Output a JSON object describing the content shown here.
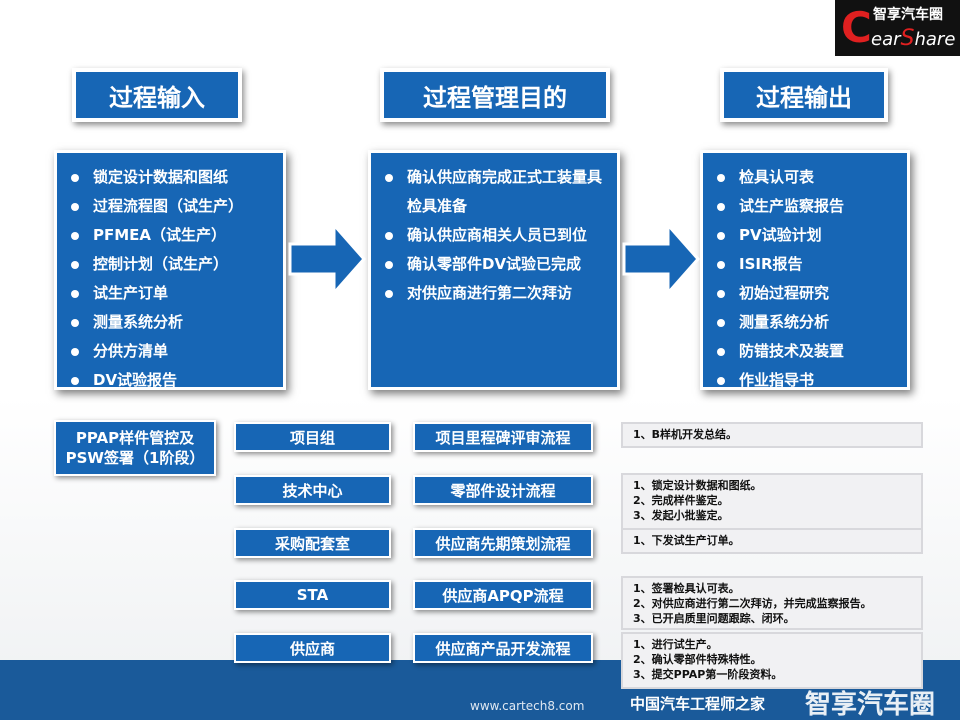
{
  "logo": {
    "cn": "智享汽车圈",
    "en_prefix": "ear",
    "en_suffix": "Share",
    "letter_c": "C",
    "letter_s": "S"
  },
  "headers": [
    "过程输入",
    "过程管理目的",
    "过程输出"
  ],
  "input_items": [
    "锁定设计数据和图纸",
    "过程流程图（试生产）",
    "PFMEA（试生产）",
    "控制计划（试生产）",
    "试生产订单",
    "测量系统分析",
    "分供方清单",
    "DV试验报告"
  ],
  "purpose_items": [
    {
      "text": "确认供应商完成正式工装量具",
      "bullet": true
    },
    {
      "text": "检具准备",
      "bullet": false
    },
    {
      "text": "确认供应商相关人员已到位",
      "bullet": true
    },
    {
      "text": "确认零部件DV试验已完成",
      "bullet": true
    },
    {
      "text": "对供应商进行第二次拜访",
      "bullet": true
    }
  ],
  "output_items": [
    "检具认可表",
    "试生产监察报告",
    "PV试验计划",
    "ISIR报告",
    "初始过程研究",
    "测量系统分析",
    "防错技术及装置",
    "作业指导书"
  ],
  "ppap_label": [
    "PPAP样件管控及",
    "PSW签署（1阶段）"
  ],
  "rows": [
    {
      "dept": "项目组",
      "process": "项目里程碑评审流程",
      "notes": [
        "1、B样机开发总结。"
      ]
    },
    {
      "dept": "技术中心",
      "process": "零部件设计流程",
      "notes": [
        "1、锁定设计数据和图纸。",
        "2、完成样件鉴定。",
        "3、发起小批鉴定。"
      ]
    },
    {
      "dept": "采购配套室",
      "process": "供应商先期策划流程",
      "notes": [
        "1、下发试生产订单。"
      ]
    },
    {
      "dept": "STA",
      "process": "供应商APQP流程",
      "notes": [
        "1、签署检具认可表。",
        "2、对供应商进行第二次拜访，并完成监察报告。",
        "3、已开启质里问题跟踪、闭环。"
      ]
    },
    {
      "dept": "供应商",
      "process": "供应商产品开发流程",
      "notes": [
        "1、进行试生产。",
        "2、确认零部件特殊特性。",
        "3、提交PPAP第一阶段资料。"
      ]
    }
  ],
  "watermark": {
    "line1": "中国汽车工程师之家",
    "line2": "智享汽车圈",
    "line3": "www.cartech8.com"
  }
}
